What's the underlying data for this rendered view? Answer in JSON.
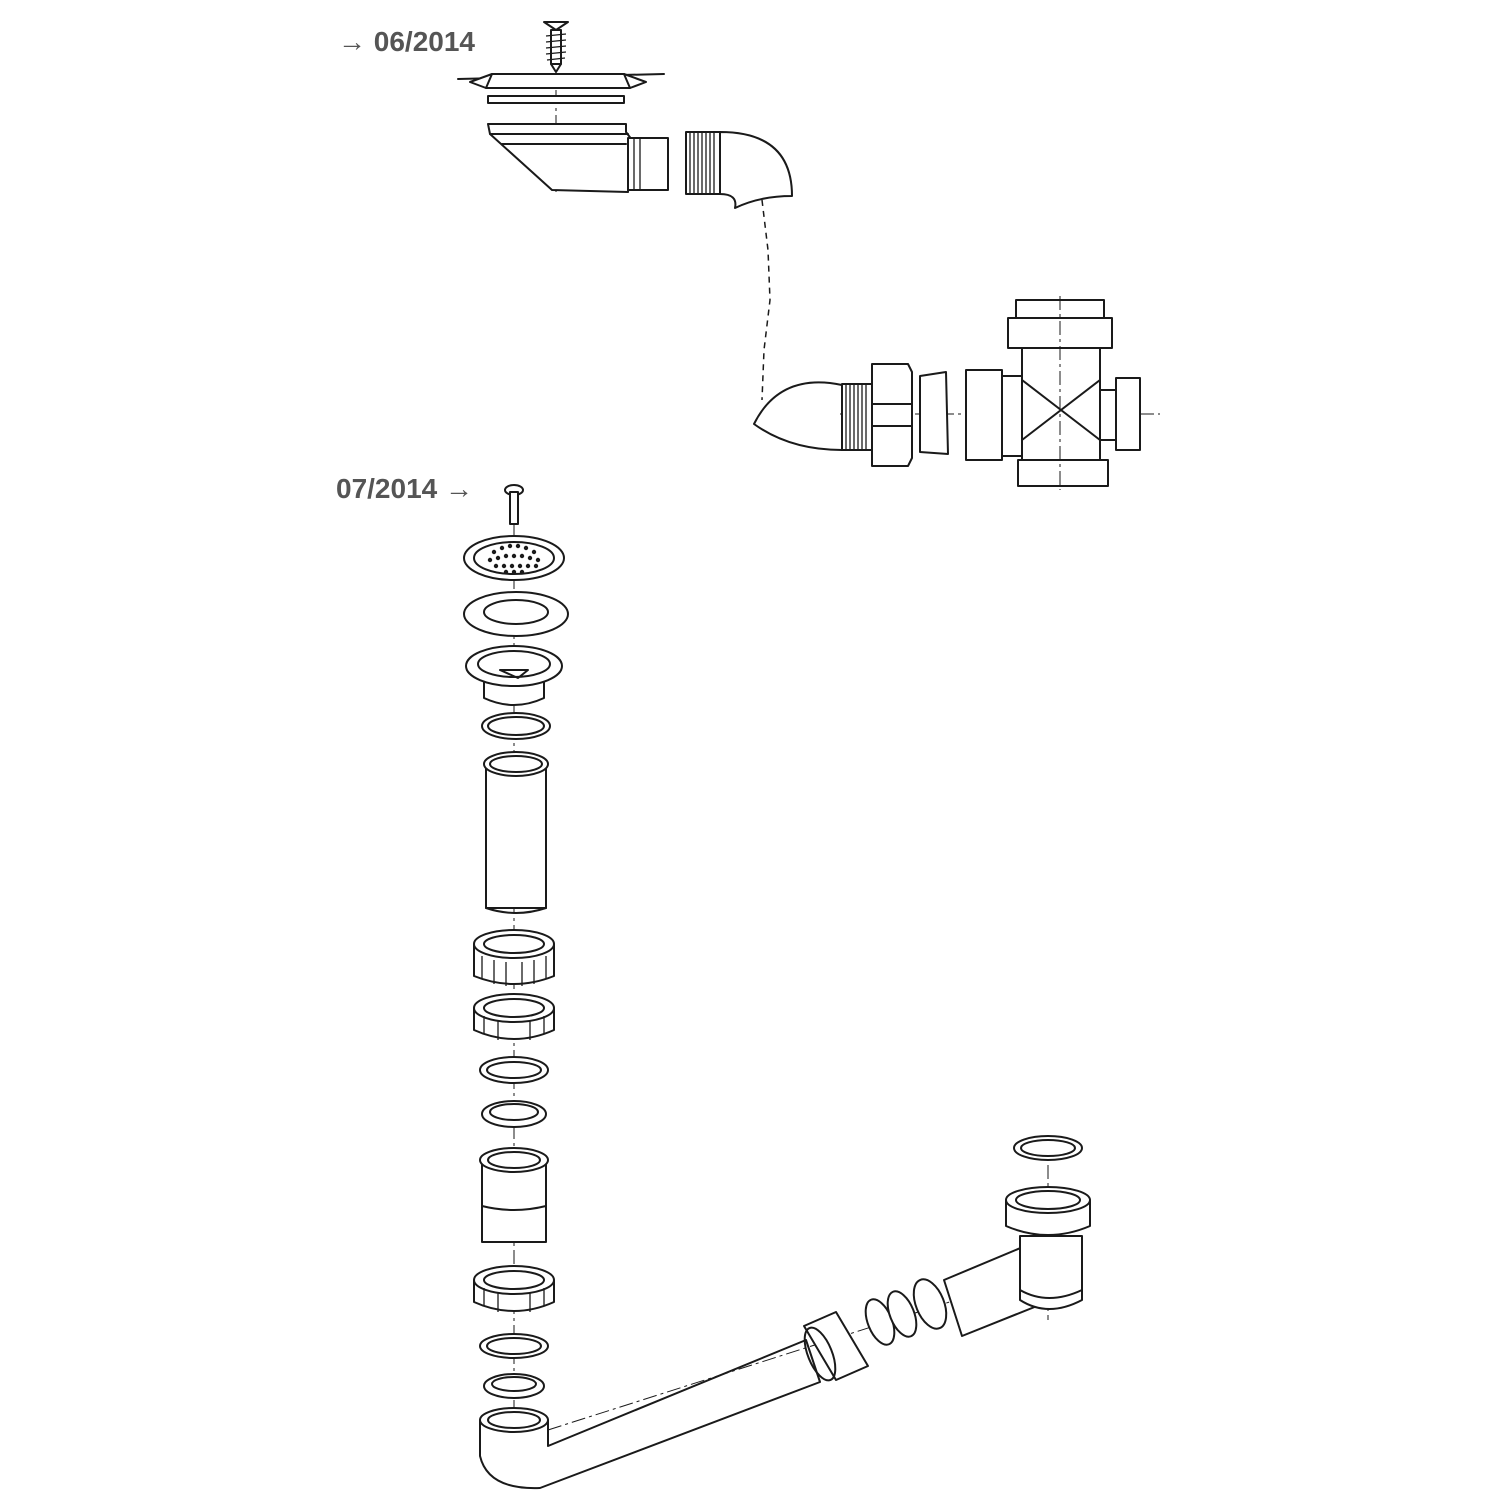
{
  "labels": {
    "top": "→ 06/2014",
    "bottom": "07/2014 →"
  },
  "colors": {
    "label_text": "#555555",
    "line": "#1a1a1a",
    "background": "#ffffff"
  },
  "assemblies": [
    {
      "name": "angled-waste-outlet-with-flexible-hose-and-tee",
      "version_label": "→ 06/2014"
    },
    {
      "name": "strainer-waste-with-tailpiece-and-bottle-connection",
      "version_label": "07/2014 →"
    }
  ]
}
